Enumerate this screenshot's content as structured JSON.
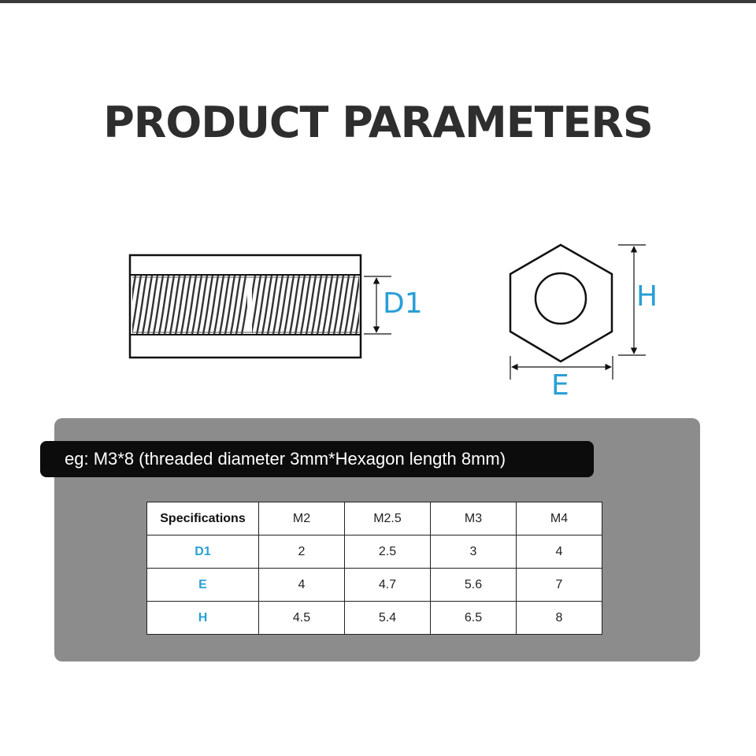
{
  "title": "PRODUCT PARAMETERS",
  "diagram": {
    "labels": {
      "d1": "D1",
      "h": "H",
      "e": "E"
    },
    "label_color": "#2a9fd6"
  },
  "example": "eg: M3*8 (threaded diameter 3mm*Hexagon length 8mm)",
  "table": {
    "header_label": "Specifications",
    "columns": [
      "M2",
      "M2.5",
      "M3",
      "M4"
    ],
    "rows": [
      {
        "label": "D1",
        "values": [
          "2",
          "2.5",
          "3",
          "4"
        ]
      },
      {
        "label": "E",
        "values": [
          "4",
          "4.7",
          "5.6",
          "7"
        ]
      },
      {
        "label": "H",
        "values": [
          "4.5",
          "5.4",
          "6.5",
          "8"
        ]
      }
    ]
  },
  "colors": {
    "panel": "#8c8c8c",
    "banner": "#0c0c0c",
    "accent": "#2a9fd6",
    "title": "#2e2e2e"
  }
}
